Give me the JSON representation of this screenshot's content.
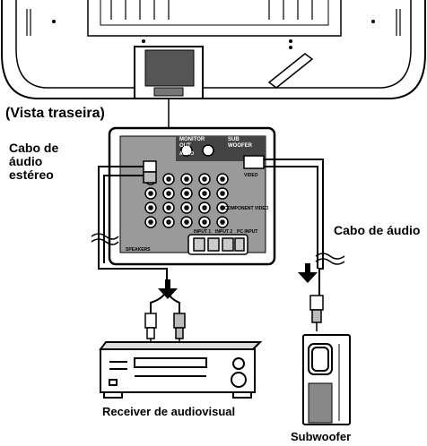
{
  "labels": {
    "rear_view": "(Vista traseira)",
    "stereo_cable_line1": "Cabo de",
    "stereo_cable_line2": "áudio",
    "stereo_cable_line3": "estéreo",
    "audio_cable": "Cabo de áudio",
    "receiver": "Receiver de audiovisual",
    "subwoofer": "Subwoofer"
  },
  "panel_labels": {
    "monitor_out_line1": "MONITOR",
    "monitor_out_line2": "OUT",
    "sub_woofer_line1": "SUB",
    "sub_woofer_line2": "WOOFER",
    "audio": "AUDIO",
    "video": "VIDEO",
    "component_video": "COMPONENT VIDEO",
    "speakers": "SPEAKERS",
    "input1": "INPUT 1",
    "input2": "INPUT 2",
    "pc_input": "PC INPUT"
  },
  "colors": {
    "line": "#000000",
    "fill": "#ffffff",
    "gray": "#bdbdbd",
    "dark": "#222222"
  }
}
